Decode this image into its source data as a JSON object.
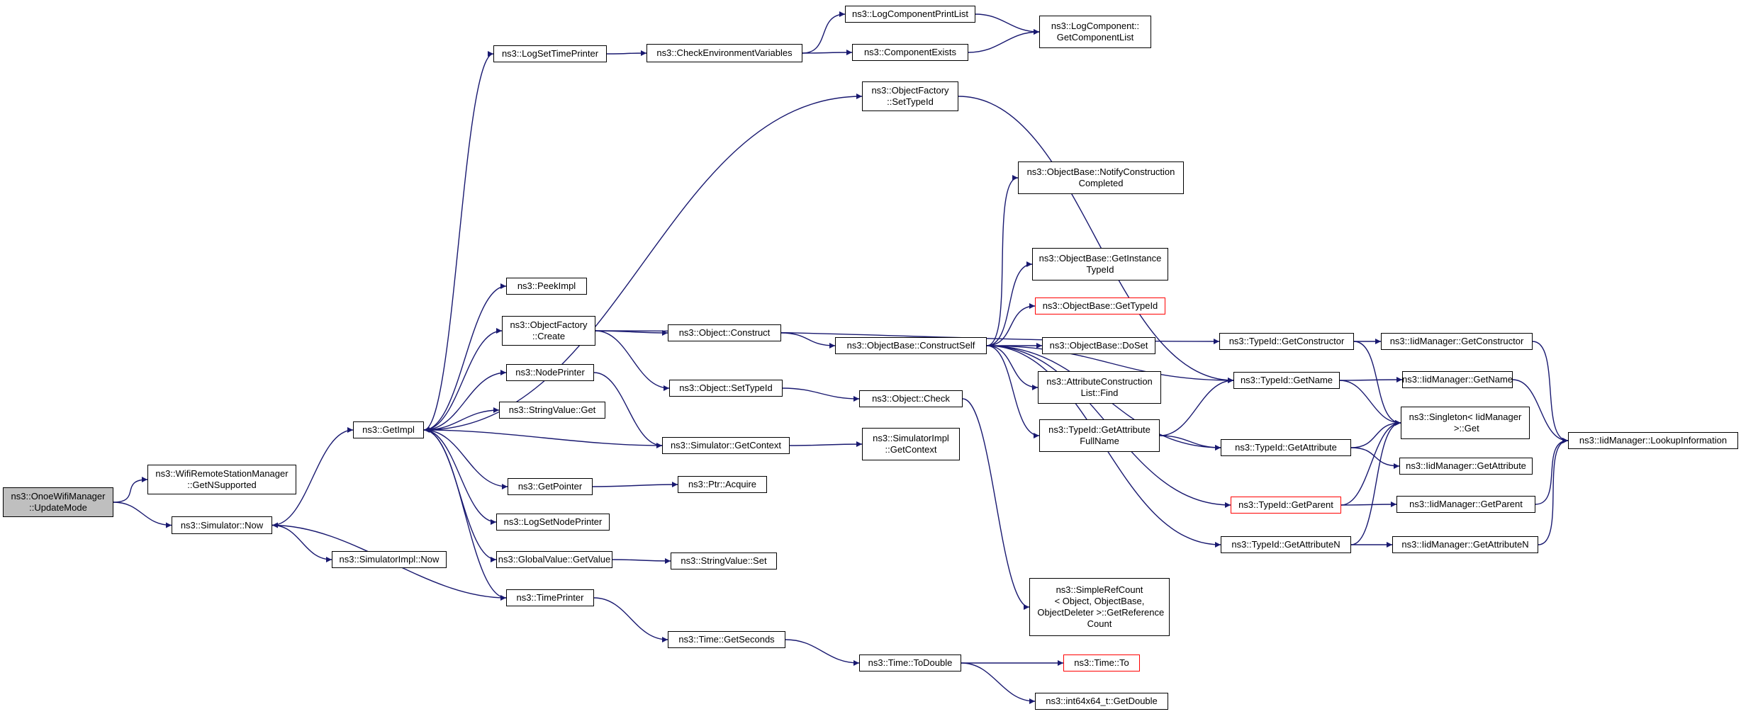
{
  "colors": {
    "edge": "#191970",
    "node_border": "#000000",
    "truncated_border": "#ff0000",
    "root_fill": "#bfbfbf",
    "node_fill": "#ffffff"
  },
  "nodes": [
    {
      "id": "root",
      "lines": [
        "ns3::OnoeWifiManager",
        "::UpdateMode"
      ],
      "style": "root"
    },
    {
      "id": "getnsupported",
      "lines": [
        "ns3::WifiRemoteStationManager",
        "::GetNSupported"
      ]
    },
    {
      "id": "simnow",
      "lines": [
        "ns3::Simulator::Now"
      ]
    },
    {
      "id": "simimplnow",
      "lines": [
        "ns3::SimulatorImpl::Now"
      ]
    },
    {
      "id": "getimpl",
      "lines": [
        "ns3::GetImpl"
      ]
    },
    {
      "id": "logsettimeprinter",
      "lines": [
        "ns3::LogSetTimePrinter"
      ]
    },
    {
      "id": "peekimpl",
      "lines": [
        "ns3::PeekImpl"
      ]
    },
    {
      "id": "ofcreate",
      "lines": [
        "ns3::ObjectFactory",
        "::Create"
      ]
    },
    {
      "id": "nodeprinter",
      "lines": [
        "ns3::NodePrinter"
      ]
    },
    {
      "id": "strvalget",
      "lines": [
        "ns3::StringValue::Get"
      ]
    },
    {
      "id": "getpointer",
      "lines": [
        "ns3::GetPointer"
      ]
    },
    {
      "id": "logsetnodeprinter",
      "lines": [
        "ns3::LogSetNodePrinter"
      ]
    },
    {
      "id": "gvgetvalue",
      "lines": [
        "ns3::GlobalValue::GetValue"
      ]
    },
    {
      "id": "timeprinter",
      "lines": [
        "ns3::TimePrinter"
      ]
    },
    {
      "id": "checkenv",
      "lines": [
        "ns3::CheckEnvironmentVariables"
      ]
    },
    {
      "id": "logcompprintlist",
      "lines": [
        "ns3::LogComponentPrintList"
      ]
    },
    {
      "id": "compexists",
      "lines": [
        "ns3::ComponentExists"
      ]
    },
    {
      "id": "getcomplist",
      "lines": [
        "ns3::LogComponent::",
        "GetComponentList"
      ]
    },
    {
      "id": "ofsettypeid",
      "lines": [
        "ns3::ObjectFactory",
        "::SetTypeId"
      ]
    },
    {
      "id": "objconstruct",
      "lines": [
        "ns3::Object::Construct"
      ]
    },
    {
      "id": "objsettypeid",
      "lines": [
        "ns3::Object::SetTypeId"
      ]
    },
    {
      "id": "simgetcontext",
      "lines": [
        "ns3::Simulator::GetContext"
      ]
    },
    {
      "id": "ptracquire",
      "lines": [
        "ns3::Ptr::Acquire"
      ]
    },
    {
      "id": "strvalset",
      "lines": [
        "ns3::StringValue::Set"
      ]
    },
    {
      "id": "timegetseconds",
      "lines": [
        "ns3::Time::GetSeconds"
      ]
    },
    {
      "id": "obconstructself",
      "lines": [
        "ns3::ObjectBase::ConstructSelf"
      ]
    },
    {
      "id": "objcheck",
      "lines": [
        "ns3::Object::Check"
      ]
    },
    {
      "id": "simimplgetctx",
      "lines": [
        "ns3::SimulatorImpl",
        "::GetContext"
      ]
    },
    {
      "id": "timetodouble",
      "lines": [
        "ns3::Time::ToDouble"
      ]
    },
    {
      "id": "notifyconstruction",
      "lines": [
        "ns3::ObjectBase::NotifyConstruction",
        "Completed"
      ]
    },
    {
      "id": "getinstancetypeid",
      "lines": [
        "ns3::ObjectBase::GetInstance",
        "TypeId"
      ]
    },
    {
      "id": "obgettypeid",
      "lines": [
        "ns3::ObjectBase::GetTypeId"
      ],
      "style": "trunc"
    },
    {
      "id": "obdoset",
      "lines": [
        "ns3::ObjectBase::DoSet"
      ]
    },
    {
      "id": "attrlistfind",
      "lines": [
        "ns3::AttributeConstruction",
        "List::Find"
      ]
    },
    {
      "id": "typeidgetattrfullname",
      "lines": [
        "ns3::TypeId::GetAttribute",
        "FullName"
      ]
    },
    {
      "id": "simplerefcount",
      "lines": [
        "ns3::SimpleRefCount",
        "< Object, ObjectBase,",
        " ObjectDeleter >::GetReference",
        "Count"
      ]
    },
    {
      "id": "timeto",
      "lines": [
        "ns3::Time::To"
      ],
      "style": "trunc"
    },
    {
      "id": "int64getdouble",
      "lines": [
        "ns3::int64x64_t::GetDouble"
      ]
    },
    {
      "id": "typeidgetconstructor",
      "lines": [
        "ns3::TypeId::GetConstructor"
      ]
    },
    {
      "id": "typeidgetname",
      "lines": [
        "ns3::TypeId::GetName"
      ]
    },
    {
      "id": "typeidgetattribute",
      "lines": [
        "ns3::TypeId::GetAttribute"
      ]
    },
    {
      "id": "typeidgetparent",
      "lines": [
        "ns3::TypeId::GetParent"
      ],
      "style": "trunc"
    },
    {
      "id": "typeidgetattributen",
      "lines": [
        "ns3::TypeId::GetAttributeN"
      ]
    },
    {
      "id": "iidgetconstructor",
      "lines": [
        "ns3::IidManager::GetConstructor"
      ]
    },
    {
      "id": "iidgetname",
      "lines": [
        "ns3::IidManager::GetName"
      ]
    },
    {
      "id": "singletonget",
      "lines": [
        "ns3::Singleton< IidManager",
        " >::Get"
      ]
    },
    {
      "id": "iidgetattribute",
      "lines": [
        "ns3::IidManager::GetAttribute"
      ]
    },
    {
      "id": "iidgetparent",
      "lines": [
        "ns3::IidManager::GetParent"
      ]
    },
    {
      "id": "iidgetattributen",
      "lines": [
        "ns3::IidManager::GetAttributeN"
      ]
    },
    {
      "id": "iidlookup",
      "lines": [
        "ns3::IidManager::LookupInformation"
      ]
    }
  ],
  "edges": [
    [
      "root",
      "getnsupported"
    ],
    [
      "root",
      "simnow"
    ],
    [
      "simnow",
      "getimpl"
    ],
    [
      "simnow",
      "simimplnow"
    ],
    [
      "getimpl",
      "logsettimeprinter"
    ],
    [
      "getimpl",
      "ofsettypeid"
    ],
    [
      "getimpl",
      "peekimpl"
    ],
    [
      "getimpl",
      "ofcreate"
    ],
    [
      "getimpl",
      "nodeprinter"
    ],
    [
      "getimpl",
      "strvalget"
    ],
    [
      "getimpl",
      "getpointer"
    ],
    [
      "getimpl",
      "logsetnodeprinter"
    ],
    [
      "getimpl",
      "gvgetvalue"
    ],
    [
      "getimpl",
      "timeprinter"
    ],
    [
      "logsettimeprinter",
      "checkenv"
    ],
    [
      "checkenv",
      "logcompprintlist"
    ],
    [
      "checkenv",
      "compexists"
    ],
    [
      "logcompprintlist",
      "getcomplist"
    ],
    [
      "compexists",
      "getcomplist"
    ],
    [
      "ofsettypeid",
      "typeidgetname"
    ],
    [
      "ofcreate",
      "typeidgetconstructor"
    ],
    [
      "ofcreate",
      "objconstruct"
    ],
    [
      "ofcreate",
      "objsettypeid"
    ],
    [
      "nodeprinter",
      "simgetcontext"
    ],
    [
      "simgetcontext",
      "getimpl"
    ],
    [
      "simgetcontext",
      "simimplgetctx"
    ],
    [
      "getpointer",
      "ptracquire"
    ],
    [
      "gvgetvalue",
      "strvalset"
    ],
    [
      "timeprinter",
      "simnow"
    ],
    [
      "timeprinter",
      "timegetseconds"
    ],
    [
      "objconstruct",
      "obconstructself"
    ],
    [
      "objsettypeid",
      "objcheck"
    ],
    [
      "objcheck",
      "simplerefcount"
    ],
    [
      "obconstructself",
      "notifyconstruction"
    ],
    [
      "obconstructself",
      "typeidgetname"
    ],
    [
      "obconstructself",
      "getinstancetypeid"
    ],
    [
      "obconstructself",
      "obgettypeid"
    ],
    [
      "obconstructself",
      "obdoset"
    ],
    [
      "obconstructself",
      "attrlistfind"
    ],
    [
      "obconstructself",
      "typeidgetattrfullname"
    ],
    [
      "obconstructself",
      "typeidgetattribute"
    ],
    [
      "obconstructself",
      "typeidgetparent"
    ],
    [
      "obconstructself",
      "typeidgetattributen"
    ],
    [
      "typeidgetattrfullname",
      "typeidgetname"
    ],
    [
      "typeidgetattrfullname",
      "typeidgetattribute"
    ],
    [
      "timegetseconds",
      "timetodouble"
    ],
    [
      "timetodouble",
      "timeto"
    ],
    [
      "timetodouble",
      "int64getdouble"
    ],
    [
      "typeidgetconstructor",
      "iidgetconstructor"
    ],
    [
      "typeidgetconstructor",
      "singletonget"
    ],
    [
      "typeidgetname",
      "iidgetname"
    ],
    [
      "typeidgetname",
      "singletonget"
    ],
    [
      "typeidgetattribute",
      "singletonget"
    ],
    [
      "typeidgetattribute",
      "iidgetattribute"
    ],
    [
      "typeidgetparent",
      "singletonget"
    ],
    [
      "typeidgetparent",
      "iidgetparent"
    ],
    [
      "typeidgetattributen",
      "singletonget"
    ],
    [
      "typeidgetattributen",
      "iidgetattributen"
    ],
    [
      "iidgetconstructor",
      "iidlookup"
    ],
    [
      "iidgetname",
      "iidlookup"
    ],
    [
      "iidgetparent",
      "iidlookup"
    ],
    [
      "iidgetattributen",
      "iidlookup"
    ]
  ]
}
